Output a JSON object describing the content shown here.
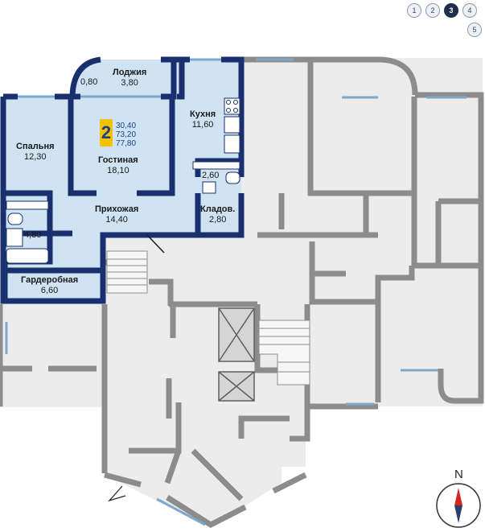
{
  "apartment": {
    "rooms_count": "2",
    "areas": [
      "30,40",
      "73,20",
      "77,80"
    ]
  },
  "rooms": [
    {
      "name": "Лоджия",
      "area": "3,80"
    },
    {
      "name": "",
      "area": "0,80"
    },
    {
      "name": "Кухня",
      "area": "11,60"
    },
    {
      "name": "Спальня",
      "area": "12,30"
    },
    {
      "name": "Гостиная",
      "area": "18,10"
    },
    {
      "name": "",
      "area": "2,60"
    },
    {
      "name": "Прихожая",
      "area": "14,40"
    },
    {
      "name": "Кладов.",
      "area": "2,80"
    },
    {
      "name": "",
      "area": "4,80"
    },
    {
      "name": "Гардеробная",
      "area": "6,60"
    }
  ],
  "section_nav": {
    "items": [
      "1",
      "2",
      "3",
      "4",
      "5"
    ],
    "active": "3"
  },
  "compass": {
    "label": "N"
  },
  "colors": {
    "apartment_fill": "#cfe3f3",
    "apartment_wall": "#1a2f6e",
    "building_fill": "#ececec",
    "building_wall": "#8c8c8c",
    "window": "#7fa7cc",
    "badge": "#f2c200"
  }
}
